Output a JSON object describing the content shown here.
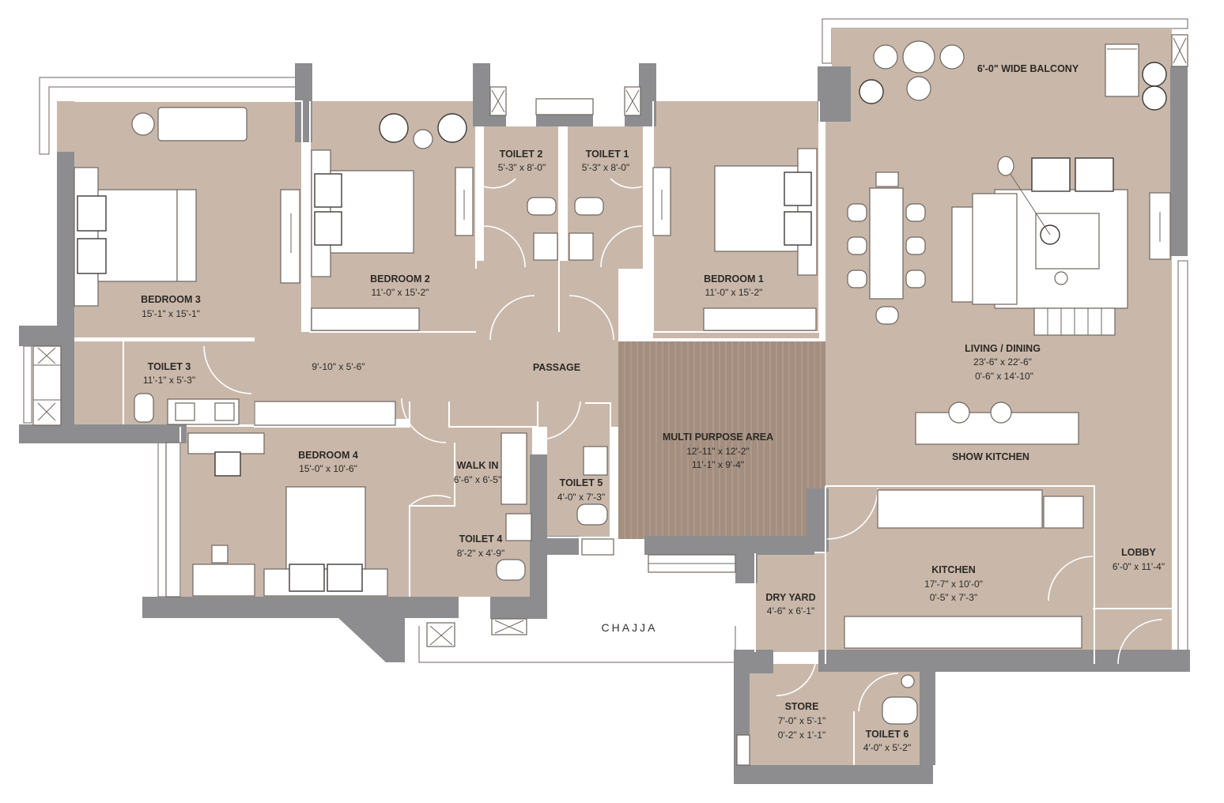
{
  "plan": {
    "labels": {
      "balcony": "6'-0\" WIDE BALCONY",
      "toilet2": "TOILET 2",
      "toilet2_dim": "5'-3\" x 8'-0\"",
      "toilet1": "TOILET 1",
      "toilet1_dim": "5'-3\" x 8'-0\"",
      "bedroom3": "BEDROOM 3",
      "bedroom3_dim": "15'-1\" x 15'-1\"",
      "bedroom2": "BEDROOM 2",
      "bedroom2_dim": "11'-0\" x 15'-2\"",
      "bedroom1": "BEDROOM 1",
      "bedroom1_dim": "11'-0\" x 15'-2\"",
      "toilet3": "TOILET 3",
      "toilet3_dim": "11'-1\" x 5'-3\"",
      "passage_dim": "9'-10\" x 5'-6\"",
      "passage": "PASSAGE",
      "living": "LIVING / DINING",
      "living_dim1": "23'-6\" x 22'-6\"",
      "living_dim2": "0'-6\" x 14'-10\"",
      "show_kitchen": "SHOW KITCHEN",
      "multi": "MULTI PURPOSE AREA",
      "multi_dim1": "12'-11\" x 12'-2\"",
      "multi_dim2": "11'-1\" x 9'-4\"",
      "bedroom4": "BEDROOM 4",
      "bedroom4_dim": "15'-0\" x 10'-6\"",
      "walkin": "WALK IN",
      "walkin_dim": "6'-6\" x 6'-5\"",
      "toilet5": "TOILET 5",
      "toilet5_dim": "4'-0\" x 7'-3\"",
      "toilet4": "TOILET 4",
      "toilet4_dim": "8'-2\" x 4'-9\"",
      "kitchen": "KITCHEN",
      "kitchen_dim1": "17'-7\" x 10'-0\"",
      "kitchen_dim2": "0'-5\" x 7'-3\"",
      "lobby": "LOBBY",
      "lobby_dim": "6'-0\" x 11'-4\"",
      "dry_yard": "DRY YARD",
      "dry_yard_dim": "4'-6\" x 6'-1\"",
      "chajja": "CHAJJA",
      "store": "STORE",
      "store_dim1": "7'-0\" x 5'-1\"",
      "store_dim2": "0'-2\" x 1'-1\"",
      "toilet6": "TOILET 6",
      "toilet6_dim": "4'-0\" x 5'-2\""
    },
    "colors": {
      "floor": "#c9b8aa",
      "wall": "#8d8d8f",
      "deck": "#a38e80",
      "background": "#ffffff"
    }
  }
}
